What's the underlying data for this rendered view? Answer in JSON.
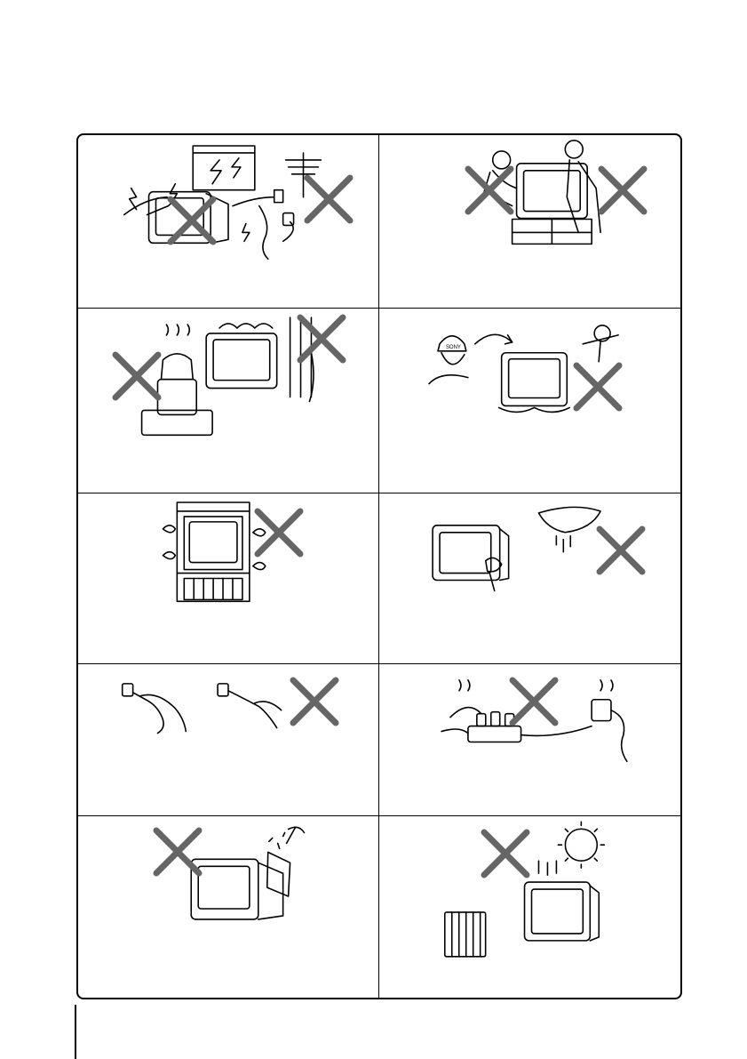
{
  "page": {
    "panels": [
      {
        "id": "lightning",
        "prohibited": true
      },
      {
        "id": "climbing",
        "prohibited": true
      },
      {
        "id": "humidity",
        "prohibited": true
      },
      {
        "id": "liquid-spill",
        "prohibited": true,
        "cap_logo": "SONY"
      },
      {
        "id": "ventilation",
        "prohibited": true
      },
      {
        "id": "cleaning",
        "prohibited": true
      },
      {
        "id": "unplug-cord",
        "prohibited": true
      },
      {
        "id": "overload-outlet",
        "prohibited": true
      },
      {
        "id": "objects-inside",
        "prohibited": true
      },
      {
        "id": "heat-sources",
        "prohibited": true
      }
    ]
  },
  "colors": {
    "line": "#000000",
    "background": "#ffffff"
  },
  "icons": [
    "prohibited-x-icon"
  ]
}
